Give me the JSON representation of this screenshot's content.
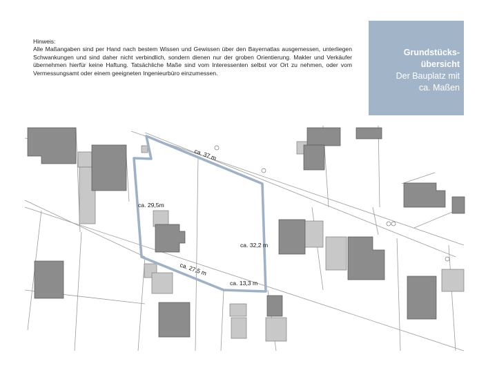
{
  "hint": {
    "heading": "Hinweis:",
    "text": "Alle Maßangaben sind per Hand nach bestem Wissen und Gewissen über den Bayernatlas ausgemessen, unterliegen Schwankungen und sind daher nicht verbindlich, sondern dienen nur der groben Orientierung. Makler und Verkäufer übernehmen hierfür keine Haftung. Tatsächliche Maße sind vom Interessenten selbst vor Ort zu nehmen, oder vom Vermessungsamt oder einem geeigneten Ingenieurbüro einzumessen."
  },
  "title": {
    "line1": "Grundstücks-",
    "line2": "übersicht",
    "line3": "Der Bauplatz mit",
    "line4": "ca. Maßen"
  },
  "measurements": {
    "top": "ca. 37 m",
    "left": "ca. 29,5m",
    "right": "ca. 32,2 m",
    "bottom_left": "ca. 27,5 m",
    "bottom_right": "ca. 13,3 m"
  },
  "colors": {
    "outline": "#9fb1c6",
    "building": "#8c8c8c",
    "building_light": "#c8c8c8",
    "title_bg": "#a2b4c8"
  }
}
